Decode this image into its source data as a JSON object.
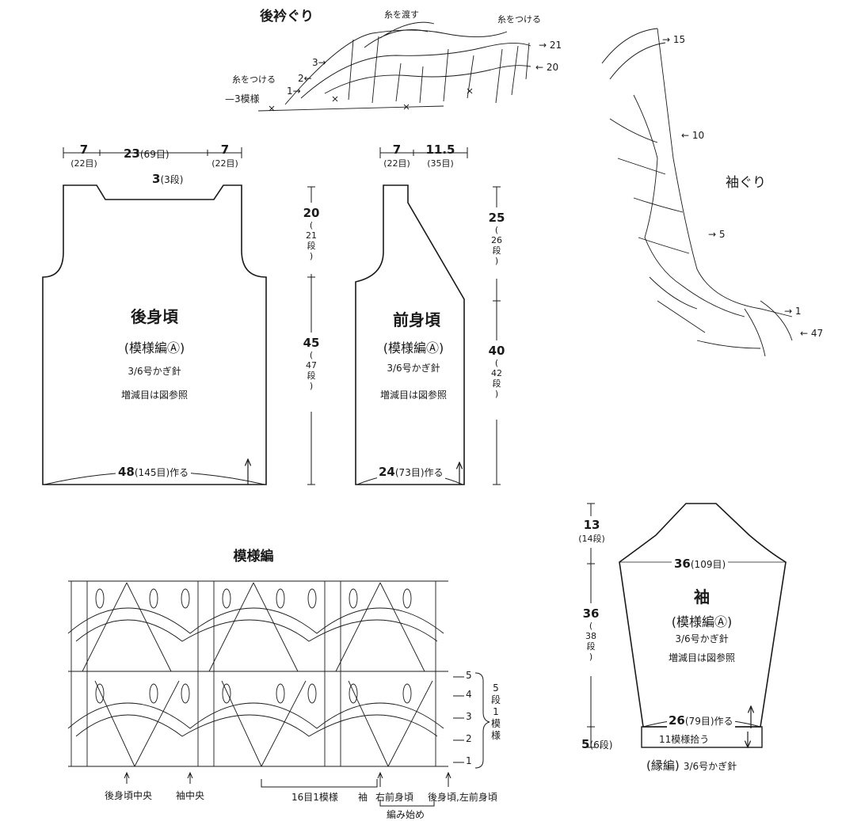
{
  "back_neck": {
    "title": "後衿ぐり",
    "pass_yarn": "糸を渡す",
    "attach_yarn_right": "糸をつける",
    "attach_yarn_left": "糸をつける",
    "pattern_label": "3模様",
    "row_labels": [
      "1",
      "2",
      "3"
    ],
    "row_right_labels": [
      "21",
      "20"
    ]
  },
  "armhole": {
    "title": "袖ぐり",
    "row_labels": [
      "15",
      "10",
      "5",
      "1",
      "47"
    ]
  },
  "back_body": {
    "title": "後身頃",
    "pattern": "(模様編Ⓐ)",
    "hook": "3/6号かぎ針",
    "note": "増減目は図参照",
    "width_left": "7",
    "width_left_sub": "(22目)",
    "width_mid": "23",
    "width_mid_sub": "(69目)",
    "width_right": "7",
    "width_right_sub": "(22目)",
    "neck_depth": "3",
    "neck_depth_sub": "(3段)",
    "bottom": "48",
    "bottom_sub": "(145目)作る",
    "armhole_h": "20",
    "armhole_h_sub": [
      "21",
      "段"
    ],
    "body_h": "45",
    "body_h_sub": [
      "47",
      "段"
    ]
  },
  "front_body": {
    "title": "前身頃",
    "pattern": "(模様編Ⓐ)",
    "hook": "3/6号かぎ針",
    "note": "増減目は図参照",
    "width_left": "7",
    "width_left_sub": "(22目)",
    "width_right": "11.5",
    "width_right_sub": "(35目)",
    "bottom": "24",
    "bottom_sub": "(73目)作る",
    "upper_h": "25",
    "upper_h_sub": [
      "26",
      "段"
    ],
    "lower_h": "40",
    "lower_h_sub": [
      "42",
      "段"
    ]
  },
  "stitch_pattern": {
    "title": "模様編",
    "row_labels": [
      "5",
      "4",
      "3",
      "2",
      "1"
    ],
    "repeat_label": [
      "5",
      "段",
      "1",
      "模",
      "様"
    ],
    "bottom_labels": {
      "back_center": "後身頃中央",
      "sleeve_center": "袖中央",
      "repeat": "16目1模様",
      "sleeve": "袖",
      "right_front": "右前身頃",
      "back_left_front": "後身頃,左前身頃",
      "start": "編み始め"
    }
  },
  "sleeve": {
    "title": "袖",
    "pattern": "(模様編Ⓐ)",
    "hook": "3/6号かぎ針",
    "note": "増減目は図参照",
    "cap_h": "13",
    "cap_h_sub": "(14段)",
    "width": "36",
    "width_sub": "(109目)",
    "length_h": "36",
    "length_h_sub": [
      "38",
      "段"
    ],
    "bottom": "26",
    "bottom_sub": "(79目)作る",
    "pickup": "11模様拾う",
    "edge_h": "5",
    "edge_h_sub": "(6段)",
    "edging": "(縁編)",
    "edging_hook": "3/6号かぎ針"
  }
}
